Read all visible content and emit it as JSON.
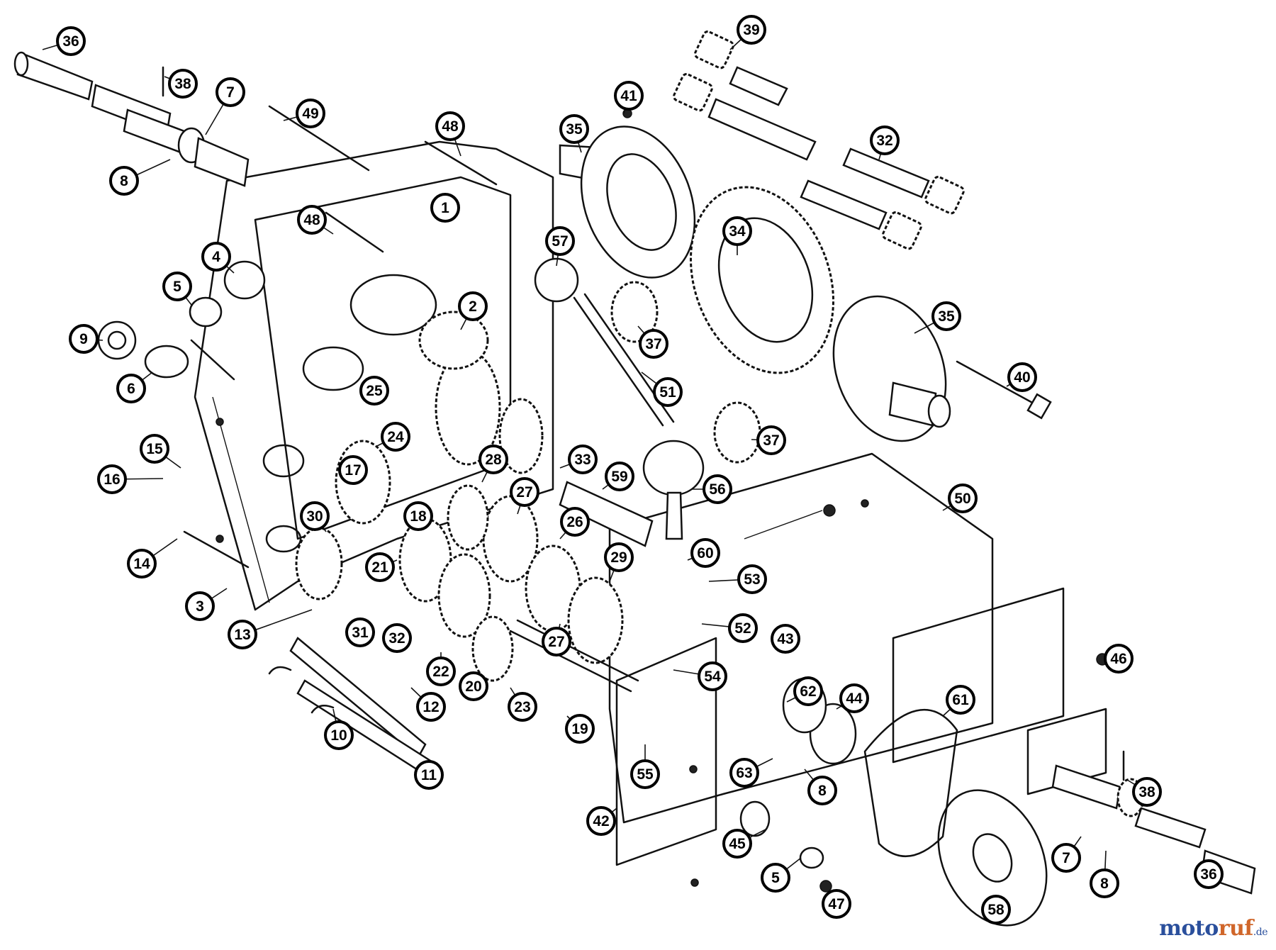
{
  "diagram": {
    "callouts": [
      {
        "label": "36"
      },
      {
        "label": "38"
      },
      {
        "label": "7"
      },
      {
        "label": "49"
      },
      {
        "label": "8"
      },
      {
        "label": "48"
      },
      {
        "label": "1"
      },
      {
        "label": "48"
      },
      {
        "label": "35"
      },
      {
        "label": "41"
      },
      {
        "label": "39"
      },
      {
        "label": "32"
      },
      {
        "label": "4"
      },
      {
        "label": "5"
      },
      {
        "label": "57"
      },
      {
        "label": "34"
      },
      {
        "label": "9"
      },
      {
        "label": "2"
      },
      {
        "label": "6"
      },
      {
        "label": "37"
      },
      {
        "label": "35"
      },
      {
        "label": "40"
      },
      {
        "label": "25"
      },
      {
        "label": "51"
      },
      {
        "label": "24"
      },
      {
        "label": "15"
      },
      {
        "label": "37"
      },
      {
        "label": "16"
      },
      {
        "label": "17"
      },
      {
        "label": "28"
      },
      {
        "label": "33"
      },
      {
        "label": "59"
      },
      {
        "label": "56"
      },
      {
        "label": "50"
      },
      {
        "label": "27"
      },
      {
        "label": "18"
      },
      {
        "label": "26"
      },
      {
        "label": "30"
      },
      {
        "label": "14"
      },
      {
        "label": "60"
      },
      {
        "label": "21"
      },
      {
        "label": "29"
      },
      {
        "label": "53"
      },
      {
        "label": "3"
      },
      {
        "label": "13"
      },
      {
        "label": "31"
      },
      {
        "label": "32"
      },
      {
        "label": "27"
      },
      {
        "label": "52"
      },
      {
        "label": "43"
      },
      {
        "label": "22"
      },
      {
        "label": "20"
      },
      {
        "label": "23"
      },
      {
        "label": "54"
      },
      {
        "label": "12"
      },
      {
        "label": "46"
      },
      {
        "label": "10"
      },
      {
        "label": "19"
      },
      {
        "label": "62"
      },
      {
        "label": "44"
      },
      {
        "label": "61"
      },
      {
        "label": "11"
      },
      {
        "label": "55"
      },
      {
        "label": "63"
      },
      {
        "label": "8"
      },
      {
        "label": "38"
      },
      {
        "label": "42"
      },
      {
        "label": "45"
      },
      {
        "label": "7"
      },
      {
        "label": "8"
      },
      {
        "label": "5"
      },
      {
        "label": "36"
      },
      {
        "label": "47"
      },
      {
        "label": "58"
      }
    ]
  },
  "watermark": {
    "part1": "moto",
    "part2": "ruf",
    "part3": ".de"
  }
}
